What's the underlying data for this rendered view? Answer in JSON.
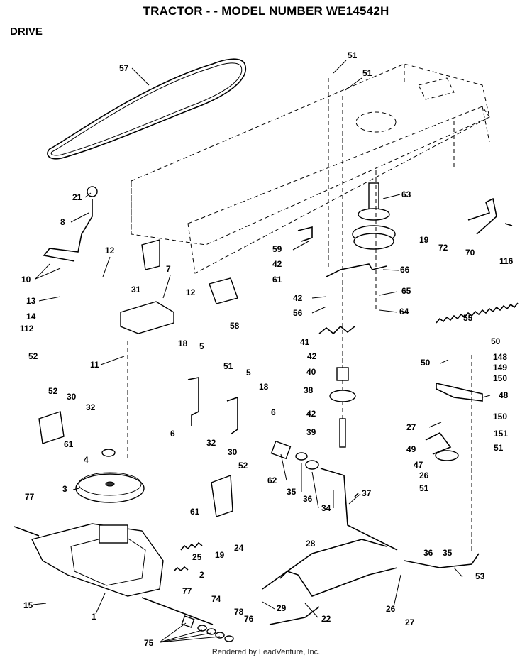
{
  "header": {
    "title": "TRACTOR - - MODEL NUMBER WE14542H",
    "section": "DRIVE"
  },
  "footer": {
    "credit": "Rendered by LeadVenture, Inc."
  },
  "callouts": [
    {
      "num": "51"
    },
    {
      "num": "51"
    },
    {
      "num": "57"
    },
    {
      "num": "63"
    },
    {
      "num": "19"
    },
    {
      "num": "72"
    },
    {
      "num": "70"
    },
    {
      "num": "116"
    },
    {
      "num": "21"
    },
    {
      "num": "8"
    },
    {
      "num": "12"
    },
    {
      "num": "10"
    },
    {
      "num": "31"
    },
    {
      "num": "7"
    },
    {
      "num": "59"
    },
    {
      "num": "42"
    },
    {
      "num": "61"
    },
    {
      "num": "66"
    },
    {
      "num": "13"
    },
    {
      "num": "12"
    },
    {
      "num": "58"
    },
    {
      "num": "42"
    },
    {
      "num": "65"
    },
    {
      "num": "56"
    },
    {
      "num": "64"
    },
    {
      "num": "14"
    },
    {
      "num": "112"
    },
    {
      "num": "55"
    },
    {
      "num": "41"
    },
    {
      "num": "42"
    },
    {
      "num": "52"
    },
    {
      "num": "11"
    },
    {
      "num": "18"
    },
    {
      "num": "5"
    },
    {
      "num": "51"
    },
    {
      "num": "5"
    },
    {
      "num": "40"
    },
    {
      "num": "50"
    },
    {
      "num": "50"
    },
    {
      "num": "148"
    },
    {
      "num": "149"
    },
    {
      "num": "150"
    },
    {
      "num": "52"
    },
    {
      "num": "30"
    },
    {
      "num": "18"
    },
    {
      "num": "38"
    },
    {
      "num": "48"
    },
    {
      "num": "32"
    },
    {
      "num": "6"
    },
    {
      "num": "6"
    },
    {
      "num": "42"
    },
    {
      "num": "150"
    },
    {
      "num": "27"
    },
    {
      "num": "39"
    },
    {
      "num": "151"
    },
    {
      "num": "61"
    },
    {
      "num": "51"
    },
    {
      "num": "49"
    },
    {
      "num": "4"
    },
    {
      "num": "32"
    },
    {
      "num": "30"
    },
    {
      "num": "52"
    },
    {
      "num": "62"
    },
    {
      "num": "47"
    },
    {
      "num": "26"
    },
    {
      "num": "3"
    },
    {
      "num": "35"
    },
    {
      "num": "36"
    },
    {
      "num": "34"
    },
    {
      "num": "51"
    },
    {
      "num": "61"
    },
    {
      "num": "37"
    },
    {
      "num": "77"
    },
    {
      "num": "36"
    },
    {
      "num": "35"
    },
    {
      "num": "24"
    },
    {
      "num": "19"
    },
    {
      "num": "25"
    },
    {
      "num": "28"
    },
    {
      "num": "53"
    },
    {
      "num": "2"
    },
    {
      "num": "77"
    },
    {
      "num": "15"
    },
    {
      "num": "29"
    },
    {
      "num": "26"
    },
    {
      "num": "1"
    },
    {
      "num": "74"
    },
    {
      "num": "78"
    },
    {
      "num": "76"
    },
    {
      "num": "22"
    },
    {
      "num": "27"
    },
    {
      "num": "75"
    }
  ]
}
